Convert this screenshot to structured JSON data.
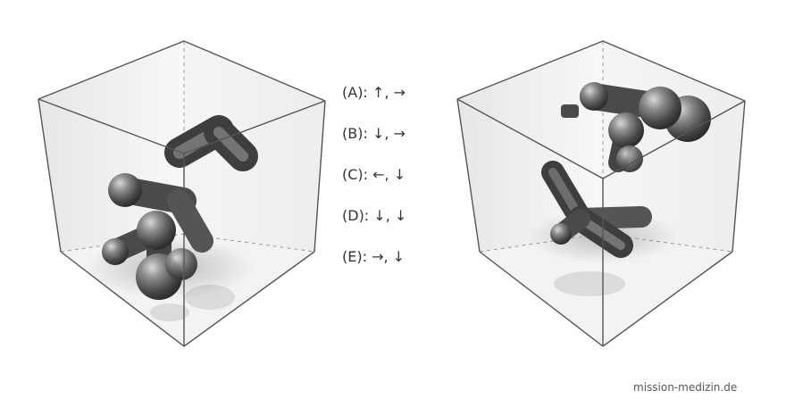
{
  "puzzle": {
    "options": [
      {
        "letter": "(A):",
        "answer": "↑, →"
      },
      {
        "letter": "(B):",
        "answer": "↓, →"
      },
      {
        "letter": "(C):",
        "answer": "←, ↓"
      },
      {
        "letter": "(D):",
        "answer": "↓, ↓"
      },
      {
        "letter": "(E):",
        "answer": "→, ↓"
      }
    ],
    "watermark": "mission-medizin.de"
  },
  "colors": {
    "cube_edge": "#555555",
    "object_metal": "#5a5a5a",
    "text": "#333333"
  }
}
